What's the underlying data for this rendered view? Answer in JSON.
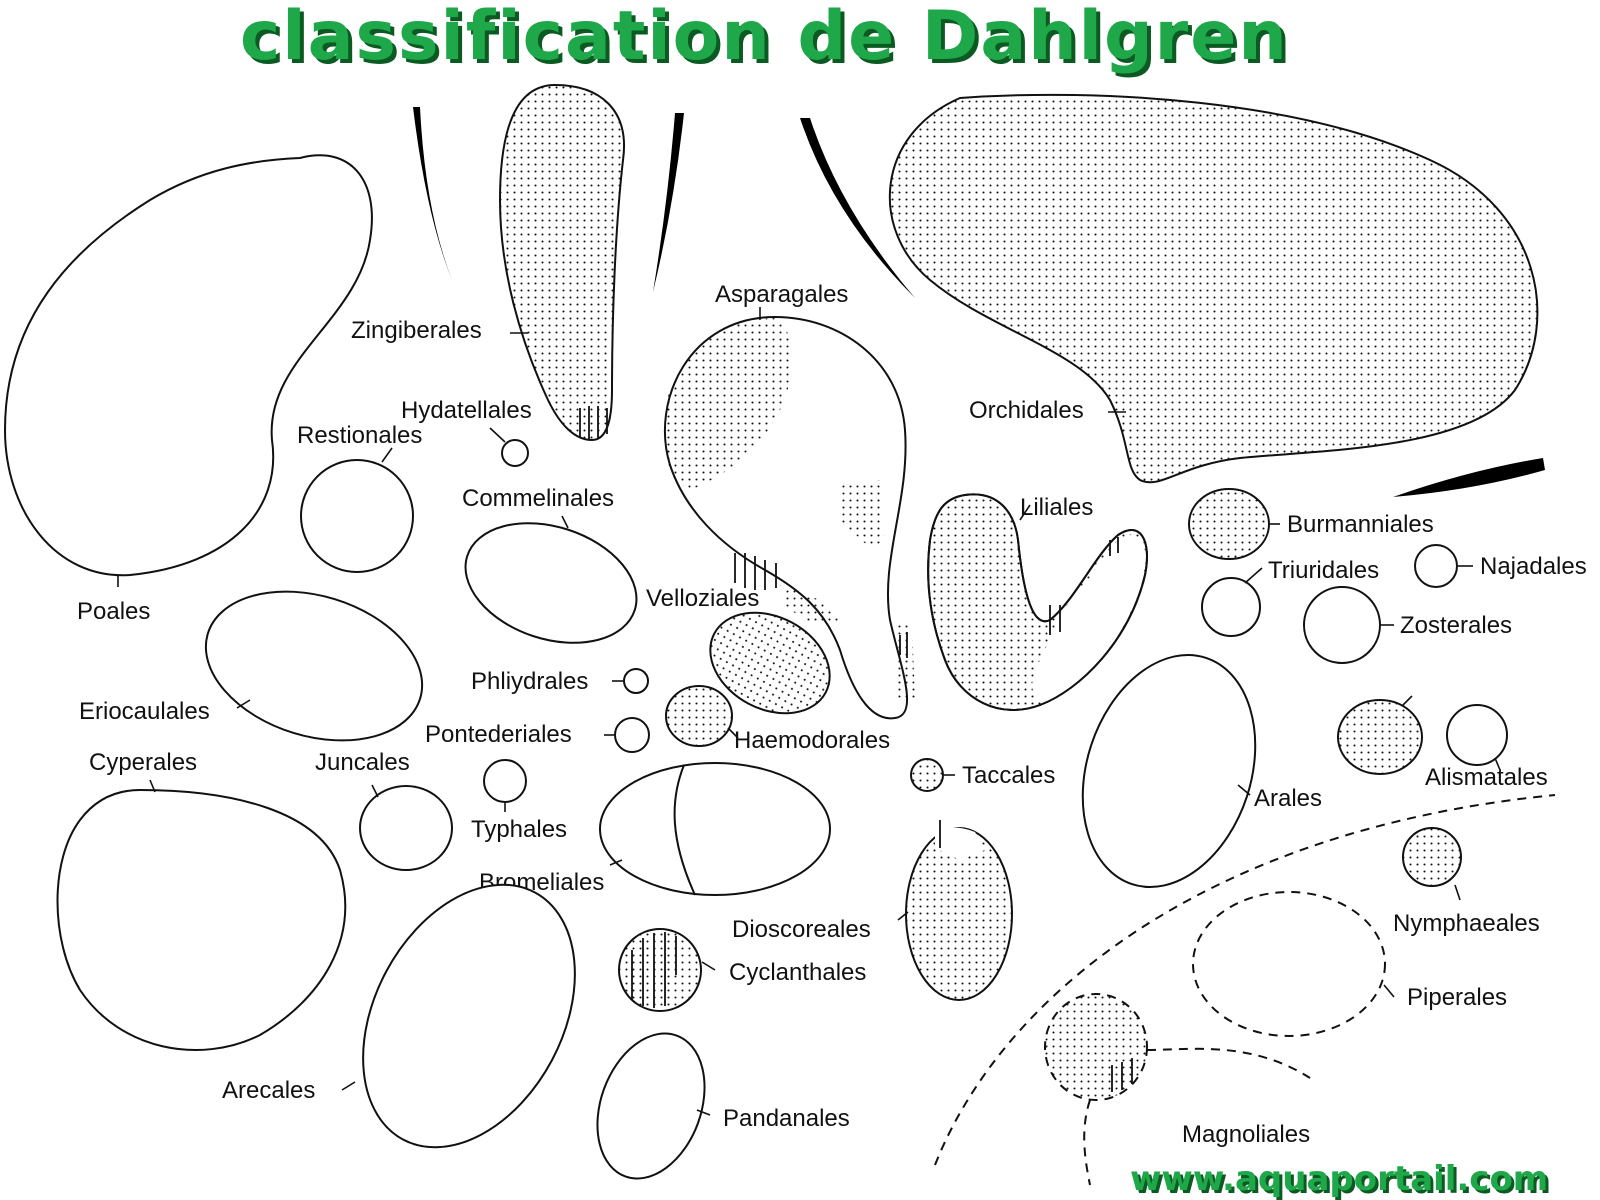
{
  "title": "classification de Dahlgren",
  "watermark": "www.aquaportail.com",
  "colors": {
    "title_fill": "#1fa84a",
    "title_shadow": "#0b5a22",
    "outline": "#111111",
    "background": "#ffffff"
  },
  "labels": {
    "poales": "Poales",
    "restionales": "Restionales",
    "zingiberales": "Zingiberales",
    "hydatellales": "Hydatellales",
    "commelinales": "Commelinales",
    "asparagales": "Asparagales",
    "orchidales": "Orchidales",
    "liliales": "Liliales",
    "burmanniales": "Burmanniales",
    "triuridales": "Triuridales",
    "najadales": "Najadales",
    "zosterales": "Zosterales",
    "eriocaulales": "Eriocaulales",
    "velloziales": "Velloziales",
    "phliydrales": "Phliydrales",
    "pontederiales": "Pontederiales",
    "haemodorales": "Haemodorales",
    "cyperales": "Cyperales",
    "juncales": "Juncales",
    "typhales": "Typhales",
    "taccales": "Taccales",
    "arales": "Arales",
    "alismatales": "Alismatales",
    "bromeliales": "Bromeliales",
    "dioscoreales": "Dioscoreales",
    "nymphaeales": "Nymphaeales",
    "cyclanthales": "Cyclanthales",
    "piperales": "Piperales",
    "arecales": "Arecales",
    "pandanales": "Pandanales",
    "magnoliales": "Magnoliales"
  }
}
